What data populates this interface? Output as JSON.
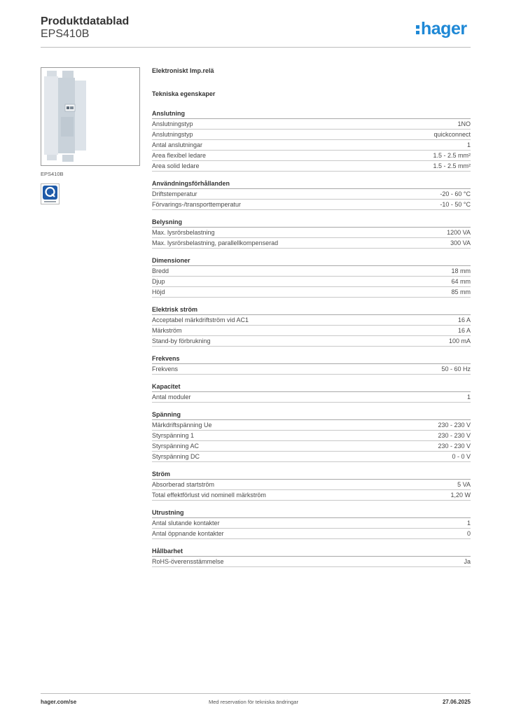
{
  "header": {
    "title": "Produktdatablad",
    "product_code": "EPS410B",
    "logo_text": "hager",
    "brand_color": "#1e88d6"
  },
  "product": {
    "image_caption": "EPS410B",
    "badge_icon": "quality-mark-icon"
  },
  "doc_title": "Elektroniskt Imp.relä",
  "spec_title": "Tekniska egenskaper",
  "sections": [
    {
      "title": "Anslutning",
      "rows": [
        {
          "label": "Anslutningstyp",
          "value": "1NO"
        },
        {
          "label": "Anslutningstyp",
          "value": "quickconnect"
        },
        {
          "label": "Antal anslutningar",
          "value": "1"
        },
        {
          "label": "Area flexibel ledare",
          "value": "1.5 - 2.5 mm²"
        },
        {
          "label": "Area solid ledare",
          "value": "1.5 - 2.5 mm²"
        }
      ]
    },
    {
      "title": "Användningsförhållanden",
      "rows": [
        {
          "label": "Driftstemperatur",
          "value": "-20 - 60 °C"
        },
        {
          "label": "Förvarings-/transporttemperatur",
          "value": "-10 - 50 °C"
        }
      ]
    },
    {
      "title": "Belysning",
      "rows": [
        {
          "label": "Max. lysrörsbelastning",
          "value": "1200 VA"
        },
        {
          "label": "Max. lysrörsbelastning, parallellkompenserad",
          "value": "300 VA"
        }
      ]
    },
    {
      "title": "Dimensioner",
      "rows": [
        {
          "label": "Bredd",
          "value": "18 mm"
        },
        {
          "label": "Djup",
          "value": "64 mm"
        },
        {
          "label": "Höjd",
          "value": "85 mm"
        }
      ]
    },
    {
      "title": "Elektrisk ström",
      "rows": [
        {
          "label": "Acceptabel märkdriftström vid AC1",
          "value": "16 A"
        },
        {
          "label": "Märkström",
          "value": "16 A"
        },
        {
          "label": "Stand-by förbrukning",
          "value": "100 mA"
        }
      ]
    },
    {
      "title": "Frekvens",
      "rows": [
        {
          "label": "Frekvens",
          "value": "50 - 60 Hz"
        }
      ]
    },
    {
      "title": "Kapacitet",
      "rows": [
        {
          "label": "Antal moduler",
          "value": "1"
        }
      ]
    },
    {
      "title": "Spänning",
      "rows": [
        {
          "label": "Märkdriftspänning Ue",
          "value": "230 - 230 V"
        },
        {
          "label": "Styrspänning 1",
          "value": "230 - 230 V"
        },
        {
          "label": "Styrspänning AC",
          "value": "230 - 230 V"
        },
        {
          "label": "Styrspänning DC",
          "value": "0 - 0 V"
        }
      ]
    },
    {
      "title": "Ström",
      "rows": [
        {
          "label": "Absorberad startström",
          "value": "5 VA"
        },
        {
          "label": "Total effektförlust vid nominell märkström",
          "value": "1,20 W"
        }
      ]
    },
    {
      "title": "Utrustning",
      "rows": [
        {
          "label": "Antal slutande kontakter",
          "value": "1"
        },
        {
          "label": "Antal öppnande kontakter",
          "value": "0"
        }
      ]
    },
    {
      "title": "Hållbarhet",
      "rows": [
        {
          "label": "RoHS-överensstämmelse",
          "value": "Ja"
        }
      ]
    }
  ],
  "footer": {
    "website": "hager.com/se",
    "disclaimer": "Med reservation för tekniska ändringar",
    "date": "27.06.2025"
  }
}
